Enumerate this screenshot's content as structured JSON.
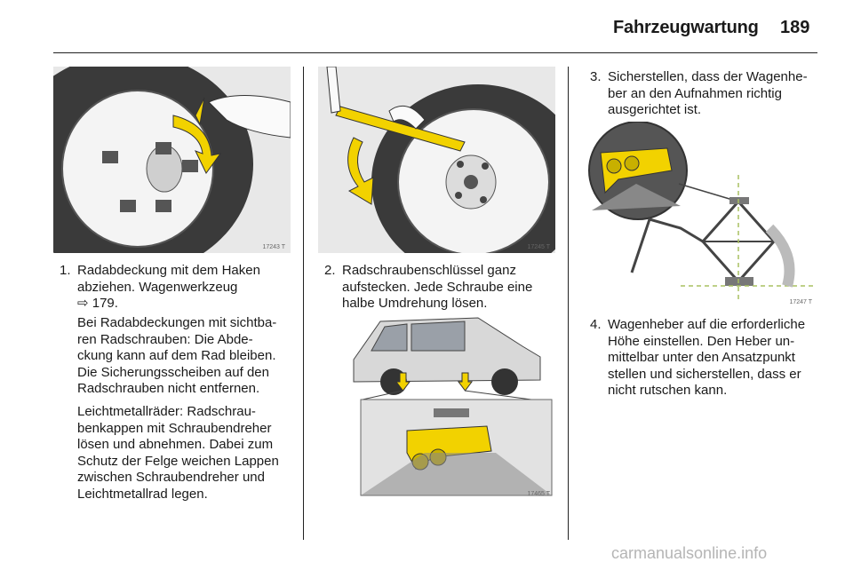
{
  "header": {
    "title": "Fahrzeugwartung",
    "page_number": "189"
  },
  "figures": [
    {
      "code": "17243 T"
    },
    {
      "code": "17245 T"
    },
    {
      "code": "17465 T"
    },
    {
      "code": "17247 T"
    }
  ],
  "steps": [
    {
      "number": "1.",
      "lines": [
        "Radabdeckung mit dem Haken",
        "abziehen. Wagenwerkzeug"
      ],
      "reference": "⇨ 179."
    },
    {
      "number": "2.",
      "lines": [
        "Radschraubenschlüssel ganz",
        "aufstecken. Jede Schraube eine",
        "halbe Umdrehung lösen."
      ]
    },
    {
      "number": "3.",
      "lines": [
        "Sicherstellen, dass der Wagenhe-",
        "ber an den Aufnahmen richtig",
        "ausgerichtet ist."
      ]
    },
    {
      "number": "4.",
      "lines": [
        "Wagenheber auf die erforderliche",
        "Höhe einstellen. Den Heber un-",
        "mittelbar unter den Ansatzpunkt",
        "stellen und sicherstellen, dass er",
        "nicht rutschen kann."
      ]
    }
  ],
  "notes": [
    {
      "lines": [
        "Bei Radabdeckungen mit sichtba-",
        "ren Radschrauben: Die Abde-",
        "ckung kann auf dem Rad bleiben.",
        "Die Sicherungsscheiben auf den",
        "Radschrauben nicht entfernen."
      ]
    },
    {
      "lines": [
        "Leichtmetallräder: Radschrau-",
        "benkappen mit Schraubendreher",
        "lösen und abnehmen. Dabei zum",
        "Schutz der Felge weichen Lappen",
        "zwischen Schraubendreher und",
        "Leichtmetallrad legen."
      ]
    }
  ],
  "footer": {
    "watermark": "carmanualsonline.info"
  },
  "colors": {
    "accent": "#f2d200",
    "illustration_bg": "#e8e8e8",
    "text": "#1a1a1a",
    "watermark": "#b5b5b5"
  }
}
